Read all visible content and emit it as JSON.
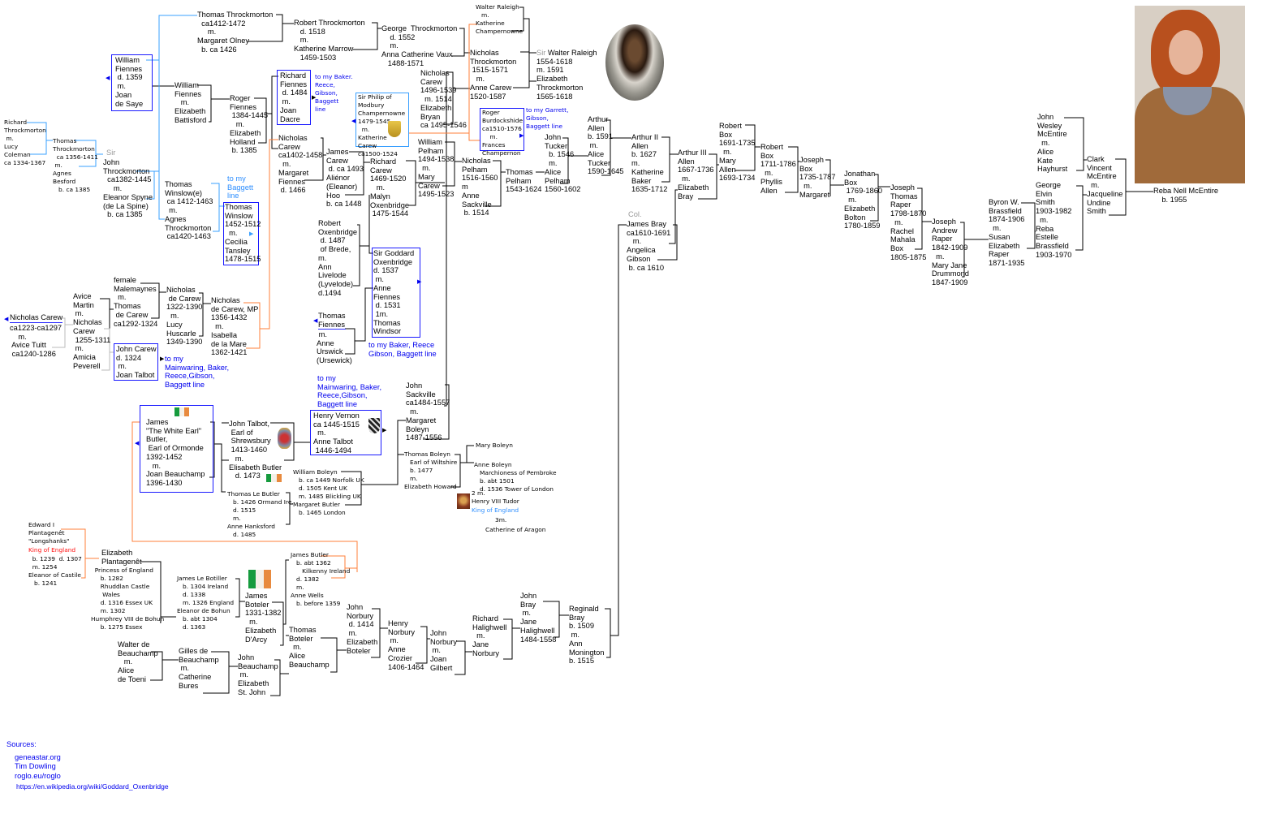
{
  "people": {
    "thomas_throckmorton_1412": "Thomas Throckmorton\n  ca1412-1472\n     m.\nMargaret Olney\n  b. ca 1426",
    "robert_throckmorton": "Robert Throckmorton\n   d. 1518\n   m.\nKatherine Marrow\n   1459-1503",
    "george_throckmorton": "George  Throckmorton\n    d. 1552\n    m.\nAnna Catherine Vaux\n   1488-1571",
    "walter_raleigh_sr": "Walter Raleigh\n   m.\nKatherine\nChampernowne",
    "nicholas_throckmorton": "Nicholas\nThrockmorton\n 1515-1571\n   m.\nAnne Carew\n1520-1587",
    "sir_walter_raleigh_prefix": "Sir",
    "sir_walter_raleigh": "    Walter Raleigh\n  1554-1618\n   m. 1591\nElizabeth\nThrockmorton\n  1565-1618",
    "william_fiennes_1359": "William\nFiennes\n d. 1359\n m.\nJoan\nde Saye",
    "william_fiennes": "William\nFiennes\n   m.\nElizabeth\nBattisford",
    "roger_fiennes": "Roger\nFiennes\n 1384-1445\n   m.\nElizabeth\nHolland\n b. 1385",
    "richard_fiennes": "Richard\nFiennes\n d. 1484\n m.\nJoan\nDacre",
    "sir_philip_champernowne": "Sir Philip of\nModbury\nChampernowne\n1479-1545\n  m.\nKatherine\nCarew\nca1500-1524",
    "nicholas_carew_1496": "Nicholas\nCarew\n1496-1539\n  m. 1514\nElizabeth\nBryan\nca 1495-1546",
    "roger_burdockshide": "Roger\nBurdockshide\nca1510-1576\n    m.\nFrances\nChampernon",
    "nicholas_carew_1402": "Nicholas\nCarew\nca1402-1458\n  m.\nMargaret\nFiennes\n d. 1466",
    "james_carew": "James\nCarew\n d. ca 1493\nAliénor\n(Eleanor)\nHoo\nb. ca 1448",
    "richard_carew": "Richard\nCarew\n1469-1520\n   m.\nMalyn\nOxenbridge\n 1475-1544",
    "william_pelham": "William\nPelham\n1494-1538\n  m.\nMary\nCarew\n1495-1523",
    "nicholas_pelham": "Nicholas\nPelham\n1516-1560\nm\nAnne\nSackville\n b. 1514",
    "thomas_pelham": "Thomas\nPelham\n1543-1624",
    "john_tucker": "John\nTucker\n  b. 1546\n  m.\nAlice\nPelham\n1560-1602",
    "arthur_allen": "Arthur\nAllen\nb. 1591\n m.\nAlice\nTucker\n1590-1645",
    "arthur_allen_ii": "Arthur II\nAllen\nb. 1627\nm.\nKatherine\nBaker\n1635-1712",
    "arthur_allen_iii": "Arthur III\nAllen\n1667-1736\n  m.\nElizabeth\nBray",
    "robert_box_1691": "Robert\nBox\n1691-1735\n  m.\nMary\nAllen\n1693-1734",
    "robert_box_1711": "Robert\nBox\n1711-1786\n  m.\nPhyllis\nAllen",
    "joseph_box": "Joseph\nBox\n1735-1787\n  m.\nMargaret",
    "jonathan_box": "Jonathan\nBox\n 1769-1860\n  m.\nElizabeth\nBolton\n1780-1859",
    "joseph_thomas_raper": "Joseph\nThomas\nRaper\n1798-1870\n  m.\nRachel\nMahala\nBox\n1805-1875",
    "joseph_andrew_raper": "Joseph\nAndrew\nRaper\n1842-1909\n  m.\nMary Jane\nDrummond\n1847-1909",
    "byron_brassfield": "Byron W.\nBrassfield\n1874-1906\n  m.\nSusan\nElizabeth\nRaper\n1871-1935",
    "george_smith": "George\nElvin\nSmith\n1903-1982\n  m.\nReba\nEstelle\nBrassfield\n1903-1970",
    "john_wesley_mcentire": "John\nWesley\nMcEntire\n  m.\nAlice\nKate\nHayhurst",
    "clark_mcentire": "Clark\nVincent\nMcEntire\n  m.\nJacqueline\nUndine\nSmith",
    "reba_mcentire": "Reba Nell McEntire\n    b. 1955",
    "james_bray_prefix": "Col.",
    "james_bray": "James Bray\nca1610-1691\n   m.\nAngelica\nGibson\n b. ca 1610",
    "richard_throckmorton": "Richard\nThrockmorton\n m.\nLucy\nColeman\nca 1334-1367",
    "thomas_throckmorton_1356": "Thomas\nThrockmorton\n  ca 1356-1411\n m.\nAgnes\nBesford\n   b. ca 1385",
    "sir_john_prefix": "Sir",
    "sir_john_throckmorton": "John\nThrockmorton\n  ca1382-1445\n     m.\nEleanor Spyne\n(de La Spine)\n  b. ca 1385",
    "thomas_winslowe": "Thomas\nWinslow(e)\n ca 1412-1463\n  m.\nAgnes\nThrockmorton\n ca1420-1463",
    "thomas_winslow": "Thomas\nWinslow\n1452-1512\n  m.\nCecilia\nTansley\n1478-1515",
    "robert_oxenbridge": "Robert\nOxenbridge\n d. 1487\n of Brede,\nm.\nAnn\nLivelode\n(Lyvelode)\nd.1494",
    "sir_goddard_oxenbridge": "Sir Goddard\nOxenbridge\nd. 1537\n m.\nAnne\nFiennes\n d. 1531\n 1m.\nThomas\nWindsor",
    "thomas_fiennes_name": "Thomas\nFiennes",
    "thomas_fiennes_rest": " m.\nAnne\nUrswick\n(Ursewick)",
    "female_malemaynes": "female\nMalemaynes\n  m.\nThomas\n de Carew\nca1292-1324",
    "avice_martin": "Avice\nMartin\n m.\nNicholas\nCarew\n 1255-1311\n m.\nAmicia\nPeverell",
    "nicholas_carew_1223_name": "Nicholas Carew",
    "nicholas_carew_1223_rest": "ca1223-ca1297\n    m.\n Avice Tuitt\n ca1240-1286",
    "nicholas_de_carew": "Nicholas\n de Carew\n1322-1390\n  m.\nLucy\nHuscarle\n1349-1390",
    "nicholas_de_carew_mp": "Nicholas\nde Carew, MP\n1356-1432\n  m.\nIsabella\nde la Mare\n1362-1421",
    "john_carew": "John Carew\nd. 1324\n m.\nJoan Talbot",
    "henry_vernon": "Henry Vernon\nca 1445-1515\n  m.\nAnne Talbot\n 1446-1494",
    "john_sackville": "John\nSackville\nca1484-1557\n  m.\nMargaret\nBoleyn\n1487-1556",
    "james_butler_white_earl": "James\n\"The White Earl\"\nButler,\n Earl of Ormonde\n1392-1452\n   m.\nJoan Beauchamp\n1396-1430",
    "john_talbot": "John Talbot,\n Earl of\n Shrewsbury\n 1413-1460\n   m.\nElisabeth Butler\n   d. 1473",
    "thomas_le_butler": "Thomas Le Butler\n   b. 1426 Ormand Ire.\n   d. 1515\n   m.\nAnne Hanksford\n   d. 1485",
    "william_boleyn": "William Boleyn\n   b. ca 1449 Norfolk UK\n   d. 1505 Kent UK\n   m. 1485 Blickling UK\nMargaret Butler\n   b. 1465 London",
    "thomas_boleyn": "Thomas Boleyn\n   Earl of Wiltshire\n   b. 1477\n   m.\nElizabeth Howard",
    "mary_boleyn": "Mary Boleyn",
    "anne_boleyn": "Anne Boleyn\n   Marchioness of Pembroke\n   b. abt 1501\n   d. 1536 Tower of London",
    "henry_viii": "2 m.\nHenry VIII Tudor",
    "henry_viii_title": "King of England",
    "third_marriage": "3m.",
    "catherine_of_aragon": "Catherine of Aragon",
    "edward_i": "Edward I\nPlantagenêt\n\"Longshanks\"",
    "edward_i_title": "King of England",
    "edward_i_rest": "  b. 1239  d. 1307\n  m. 1254\nEleanor of Castile\n   b. 1241",
    "elizabeth_plantagenet": "Elizabeth\nPlantagenêt",
    "elizabeth_plantagenet_rest": "  Princess of England\n     b. 1282\n     Rhuddlan Castle\n      Wales\n     d. 1316 Essex UK\n     m. 1302\nHumphrey VIII de Bohun\n     b. 1275 Essex",
    "james_le_botiller": "James Le Botiller\n   b. 1304 Ireland\n   d. 1338\n   m. 1326 England\nEleanor de Bohun\n   b. abt 1304\n   d. 1363",
    "james_boteler": "James\nBoteler\n1331-1382\n  m.\nElizabeth\nD'Arcy",
    "james_butler_1362": "James Butler\n   b. abt 1362\n      Kilkenny Ireland\n   d. 1382\n   m.\nAnne Wells\n   b. before 1359",
    "thomas_boteler": "Thomas\nBoteler\n  m.\nAlice\nBeauchamp",
    "john_norbury_1414": "John\nNorbury\n d. 1414\n m.\nElizabeth\nBoteler",
    "henry_norbury": "Henry\nNorbury\n m.\nAnne\nCrozier\n1406-1464",
    "john_norbury": "John\nNorbury\n m.\nJoan\nGilbert",
    "richard_halighwell": "Richard\nHalighwell\n  m.\nJane\nNorbury",
    "john_bray": "John\nBray\n m.\nJane\nHalighwell\n1484-1558",
    "reginald_bray": "Reginald\nBray\nb. 1509\n m.\nAnn\nMonington\nb. 1515",
    "walter_de_beauchamp": "Walter de\nBeauchamp\n   m.\nAlice\nde Toeni",
    "gilles_de_beauchamp": "Gilles de\nBeauchamp\n m.\nCatherine\nBures",
    "john_beauchamp": "John\nBeauchamp\n m.\nElizabeth\nSt. John"
  },
  "links": {
    "baker_reece_gibson_baggett": "to my Baker.\nReece,\nGibson,\nBaggett\nline",
    "garrett_gibson_baggett": "to my Garrett,\nGibson,\nBaggett line",
    "baggett_line": "to my\nBaggett\nline",
    "baker_reece_gibson_baggett_2": "to my Baker, Reece\nGibson, Baggett line",
    "mainwaring_1": "to my\nMainwaring, Baker,\nReece,Gibson,\nBaggett line",
    "mainwaring_2": "to my\nMainwaring, Baker,\nReece,Gibson,\nBaggett line"
  },
  "sources": {
    "label": "Sources:",
    "items": [
      "geneastar.org",
      "Tim Dowling",
      "roglo.eu/roglo",
      "https://en.wikipedia.org/wiki/Goddard_Oxenbridge"
    ]
  },
  "colors": {
    "box_border": "#1a1aff",
    "throckmorton_line": "#3aa0ff",
    "carew_line": "#ff7f3a",
    "link_text": "#0000ee",
    "royal_title": "#ff1010"
  },
  "icons": [
    "portrait-walter-raleigh",
    "photo-reba-mcentire",
    "irish-flag",
    "coat-of-arms",
    "henry-viii-portrait",
    "nav-arrow"
  ]
}
